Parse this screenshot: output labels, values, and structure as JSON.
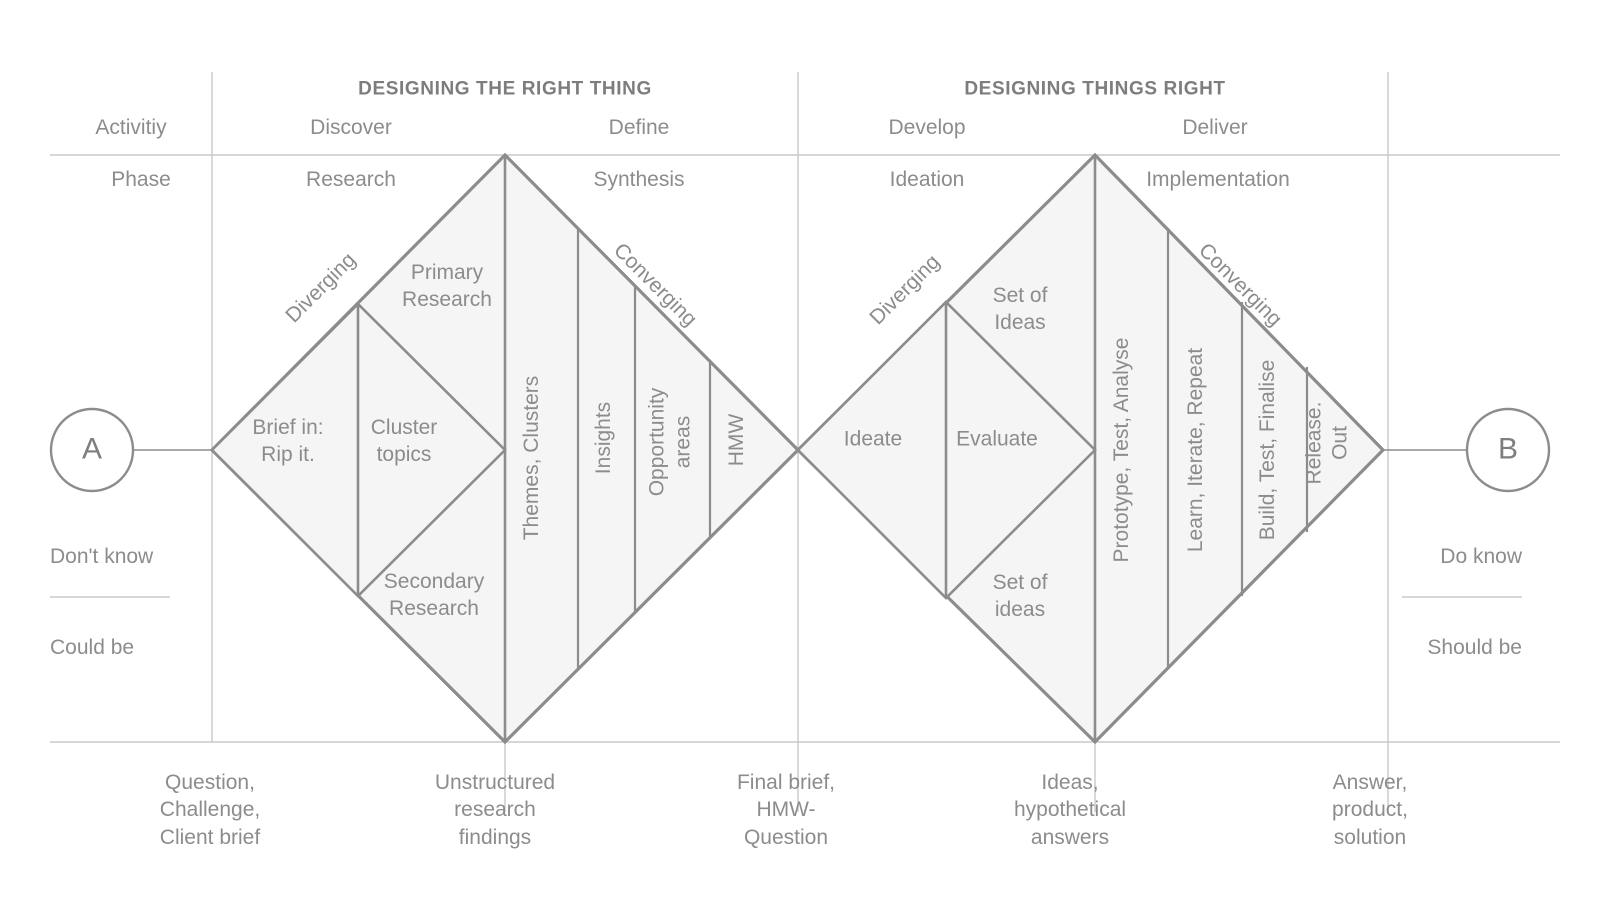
{
  "diagram": {
    "title_left": "DESIGNING THE RIGHT THING",
    "title_right": "DESIGNING THINGS RIGHT",
    "row_labels": {
      "activity": "Activitiy",
      "phase": "Phase"
    },
    "activities": [
      "Discover",
      "Define",
      "Develop",
      "Deliver"
    ],
    "phases": [
      "Research",
      "Synthesis",
      "Ideation",
      "Implementation"
    ],
    "nodes": {
      "start": "A",
      "end": "B"
    },
    "side_left": {
      "top": "Don't know",
      "bottom": "Could be"
    },
    "side_right": {
      "top": "Do know",
      "bottom": "Should be"
    },
    "diagonals": {
      "d1_diverging": "Diverging",
      "d1_converging": "Converging",
      "d2_diverging": "Diverging",
      "d2_converging": "Converging"
    },
    "diamond_one": {
      "brief": "Brief in:\nRip it.",
      "cluster": "Cluster\ntopics",
      "primary": "Primary\nResearch",
      "secondary": "Secondary\nResearch",
      "bands": [
        "Themes, Clusters",
        "Insights",
        "Opportunity\nareas",
        "HMW"
      ]
    },
    "diamond_two": {
      "ideate": "Ideate",
      "evaluate": "Evaluate",
      "set_of_ideas_top": "Set of\nIdeas",
      "set_of_ideas_bottom": "Set of\nideas",
      "bands": [
        "Prototype, Test, Analyse",
        "Learn, Iterate, Repeat",
        "Build, Test, Finalise",
        "Release.\nOut"
      ]
    },
    "bottom_captions": [
      "Question,\nChallenge,\nClient brief",
      "Unstructured\nresearch\nfindings",
      "Final brief,\nHMW-\nQuestion",
      "Ideas,\nhypothetical\nanswers",
      "Answer,\nproduct,\nsolution"
    ],
    "colors": {
      "stroke": "#8c8c8c",
      "grid": "#c9c9c9",
      "fill": "#f5f5f5",
      "text": "#8c8c8c",
      "title": "#7d7d7d"
    }
  }
}
